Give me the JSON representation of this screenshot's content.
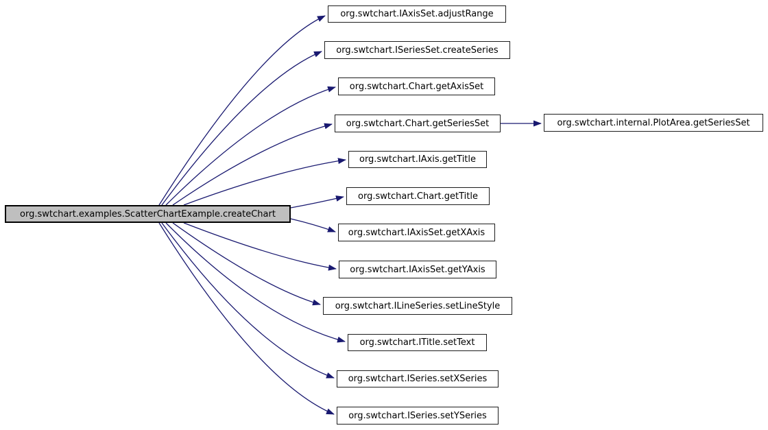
{
  "diagram": {
    "type": "call-graph",
    "background_color": "#ffffff",
    "edge_color": "#191970",
    "node_border_color": "#1c1c1c",
    "main_node": {
      "id": "createChart",
      "label": "org.swtchart.examples.ScatterChartExample.createChart",
      "fill": "#bfbfbf"
    },
    "callees": [
      {
        "id": "adjustRange",
        "label": "org.swtchart.IAxisSet.adjustRange"
      },
      {
        "id": "createSeries",
        "label": "org.swtchart.ISeriesSet.createSeries"
      },
      {
        "id": "getAxisSet",
        "label": "org.swtchart.Chart.getAxisSet"
      },
      {
        "id": "getSeriesSet",
        "label": "org.swtchart.Chart.getSeriesSet"
      },
      {
        "id": "IAxis-getTitle",
        "label": "org.swtchart.IAxis.getTitle"
      },
      {
        "id": "Chart-getTitle",
        "label": "org.swtchart.Chart.getTitle"
      },
      {
        "id": "getXAxis",
        "label": "org.swtchart.IAxisSet.getXAxis"
      },
      {
        "id": "getYAxis",
        "label": "org.swtchart.IAxisSet.getYAxis"
      },
      {
        "id": "setLineStyle",
        "label": "org.swtchart.ILineSeries.setLineStyle"
      },
      {
        "id": "setText",
        "label": "org.swtchart.ITitle.setText"
      },
      {
        "id": "setXSeries",
        "label": "org.swtchart.ISeries.setXSeries"
      },
      {
        "id": "setYSeries",
        "label": "org.swtchart.ISeries.setYSeries"
      }
    ],
    "indirect_nodes": [
      {
        "id": "PlotArea-getSeriesSet",
        "label": "org.swtchart.internal.PlotArea.getSeriesSet"
      }
    ],
    "edges": [
      {
        "from": "createChart",
        "to": "adjustRange"
      },
      {
        "from": "createChart",
        "to": "createSeries"
      },
      {
        "from": "createChart",
        "to": "getAxisSet"
      },
      {
        "from": "createChart",
        "to": "getSeriesSet"
      },
      {
        "from": "createChart",
        "to": "IAxis-getTitle"
      },
      {
        "from": "createChart",
        "to": "Chart-getTitle"
      },
      {
        "from": "createChart",
        "to": "getXAxis"
      },
      {
        "from": "createChart",
        "to": "getYAxis"
      },
      {
        "from": "createChart",
        "to": "setLineStyle"
      },
      {
        "from": "createChart",
        "to": "setText"
      },
      {
        "from": "createChart",
        "to": "setXSeries"
      },
      {
        "from": "createChart",
        "to": "setYSeries"
      },
      {
        "from": "getSeriesSet",
        "to": "PlotArea-getSeriesSet"
      }
    ]
  }
}
